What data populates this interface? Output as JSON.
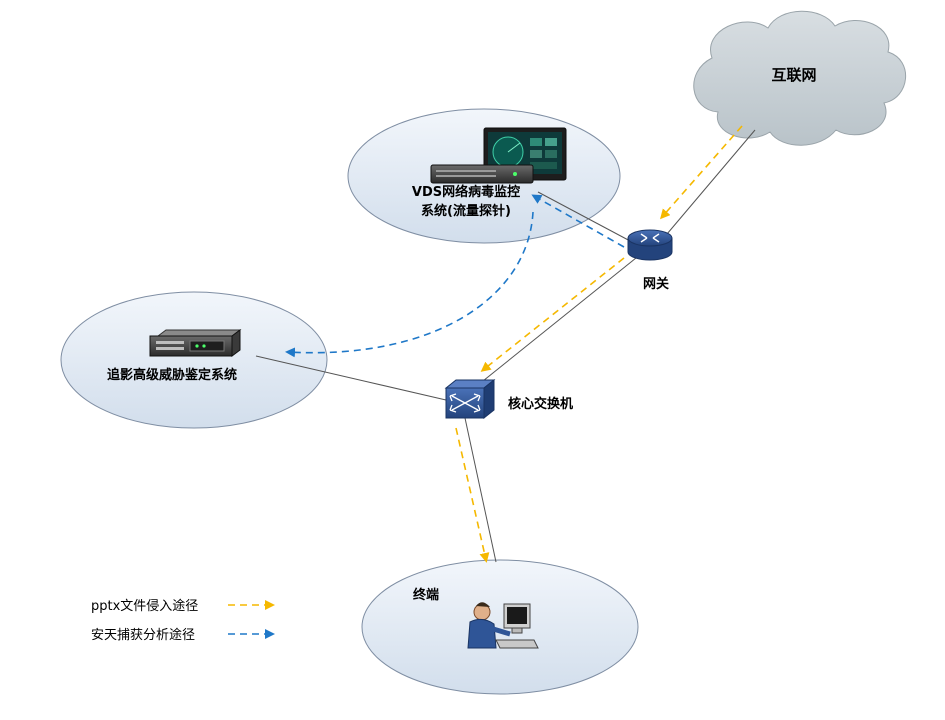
{
  "nodes": {
    "internet": {
      "label": "互联网"
    },
    "gateway": {
      "label": "网关"
    },
    "vds": {
      "label_line1": "VDS网络病毒监控",
      "label_line2": "系统(流量探针)"
    },
    "core_switch": {
      "label": "核心交换机"
    },
    "sandbox": {
      "label": "追影高级威胁鉴定系统"
    },
    "terminal": {
      "label": "终端"
    }
  },
  "legend": {
    "items": [
      {
        "label": "pptx文件侵入途径",
        "color": "#f5b800"
      },
      {
        "label": "安天捕获分析途径",
        "color": "#1f78c8"
      }
    ]
  },
  "colors": {
    "ellipse_fill": "#dce6f1",
    "ellipse_stroke": "#7f8ea3",
    "cloud_fill": "#c9d1d6",
    "device_blue": "#2f5597",
    "link": "#555555",
    "intrusion_path": "#f5b800",
    "analysis_path": "#1f78c8"
  }
}
